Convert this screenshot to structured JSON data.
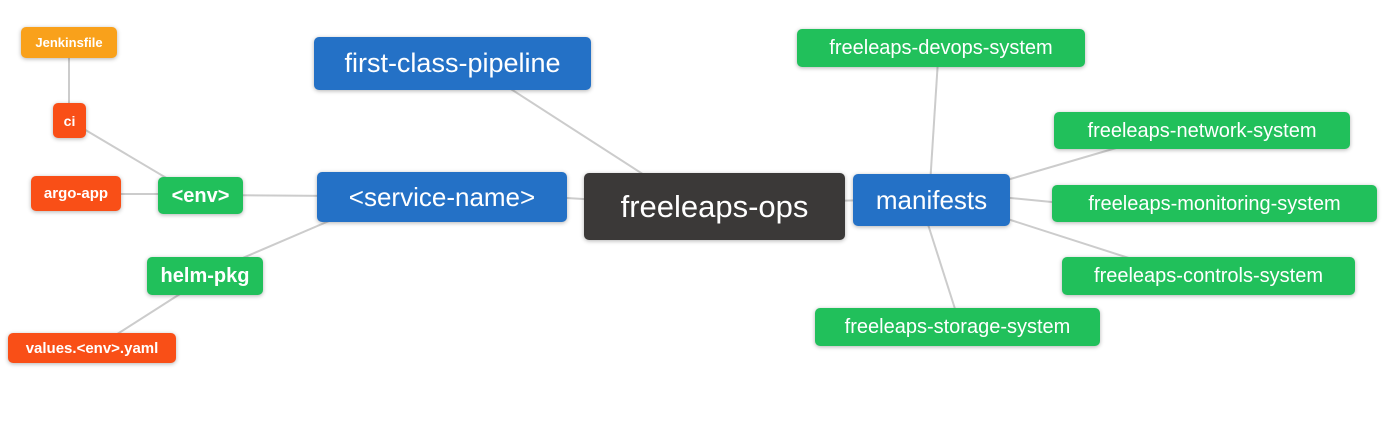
{
  "diagram": {
    "type": "mindmap",
    "colors": {
      "blue": "#2471c6",
      "green": "#21c05b",
      "orange": "#f9a11b",
      "red": "#f94f17",
      "dark": "#3b3938",
      "edge": "#cccccc",
      "text": "#ffffff",
      "background": "#ffffff"
    },
    "nodes": {
      "freeleaps_ops": {
        "label": "freeleaps-ops"
      },
      "first_class_pipeline": {
        "label": "first-class-pipeline"
      },
      "service_name": {
        "label": "<service-name>"
      },
      "manifests": {
        "label": "manifests"
      },
      "env": {
        "label": "<env>"
      },
      "helm_pkg": {
        "label": "helm-pkg"
      },
      "jenkinsfile": {
        "label": "Jenkinsfile"
      },
      "ci": {
        "label": "ci"
      },
      "argo_app": {
        "label": "argo-app"
      },
      "values_env_yaml": {
        "label": "values.<env>.yaml"
      },
      "devops_system": {
        "label": "freeleaps-devops-system"
      },
      "network_system": {
        "label": "freeleaps-network-system"
      },
      "monitoring_system": {
        "label": "freeleaps-monitoring-system"
      },
      "controls_system": {
        "label": "freeleaps-controls-system"
      },
      "storage_system": {
        "label": "freeleaps-storage-system"
      }
    },
    "edges": [
      [
        "jenkinsfile",
        "ci"
      ],
      [
        "ci",
        "env"
      ],
      [
        "argo_app",
        "env"
      ],
      [
        "env",
        "service_name"
      ],
      [
        "helm_pkg",
        "service_name"
      ],
      [
        "values_env_yaml",
        "helm_pkg"
      ],
      [
        "first_class_pipeline",
        "freeleaps_ops"
      ],
      [
        "service_name",
        "freeleaps_ops"
      ],
      [
        "freeleaps_ops",
        "manifests"
      ],
      [
        "manifests",
        "devops_system"
      ],
      [
        "manifests",
        "network_system"
      ],
      [
        "manifests",
        "monitoring_system"
      ],
      [
        "manifests",
        "controls_system"
      ],
      [
        "manifests",
        "storage_system"
      ]
    ]
  }
}
